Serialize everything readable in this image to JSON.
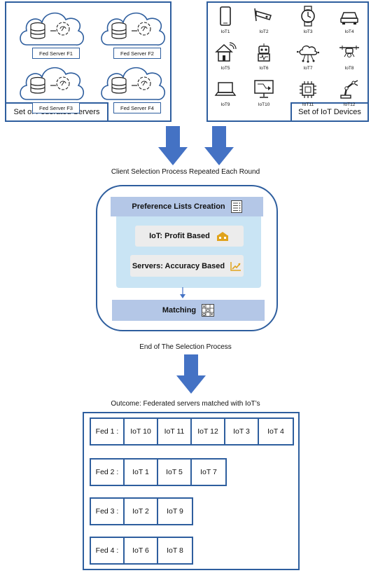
{
  "servers_panel": {
    "title": "Set of Federated Servers",
    "servers": [
      "Fed Server F1",
      "Fed Server F2",
      "Fed Server F3",
      "Fed Server F4"
    ]
  },
  "iot_panel": {
    "title": "Set of IoT Devices",
    "devices": [
      {
        "label": "IoT1",
        "icon": "smartphone-icon"
      },
      {
        "label": "IoT2",
        "icon": "security-camera-icon"
      },
      {
        "label": "IoT3",
        "icon": "smartwatch-icon"
      },
      {
        "label": "IoT4",
        "icon": "car-icon"
      },
      {
        "label": "IoT5",
        "icon": "smart-home-icon"
      },
      {
        "label": "IoT6",
        "icon": "robot-icon"
      },
      {
        "label": "IoT7",
        "icon": "cloud-network-icon"
      },
      {
        "label": "IoT8",
        "icon": "drone-icon"
      },
      {
        "label": "IoT9",
        "icon": "laptop-icon"
      },
      {
        "label": "IoT10",
        "icon": "monitor-icon"
      },
      {
        "label": "IoT11",
        "icon": "chip-icon"
      },
      {
        "label": "IoT12",
        "icon": "robotic-arm-icon"
      }
    ]
  },
  "process": {
    "top_caption": "Client Selection Process Repeated Each Round",
    "preference_title": "Preference Lists Creation",
    "iot_criterion": "IoT: Profit Based",
    "server_criterion": "Servers: Accuracy Based",
    "matching": "Matching",
    "end_caption": "End of The Selection Process"
  },
  "outcome": {
    "caption": "Outcome: Federated servers matched with IoT’s",
    "rows": [
      {
        "fed": "Fed 1 :",
        "iots": [
          "IoT 10",
          "IoT 11",
          "IoT 12",
          "IoT 3",
          "IoT 4"
        ]
      },
      {
        "fed": "Fed 2 :",
        "iots": [
          "IoT 1",
          "IoT 5",
          "IoT 7"
        ]
      },
      {
        "fed": "Fed 3 :",
        "iots": [
          "IoT 2",
          "IoT 9"
        ]
      },
      {
        "fed": "Fed 4 :",
        "iots": [
          "IoT 6",
          "IoT 8"
        ]
      }
    ]
  },
  "colors": {
    "border_blue": "#2e5e9e",
    "arrow_blue": "#4472c4",
    "bar_lavender": "#b4c7e7",
    "inner_light": "#c9e4f4",
    "criterion_grey": "#ececec",
    "chip_orange": "#e0a31c"
  }
}
